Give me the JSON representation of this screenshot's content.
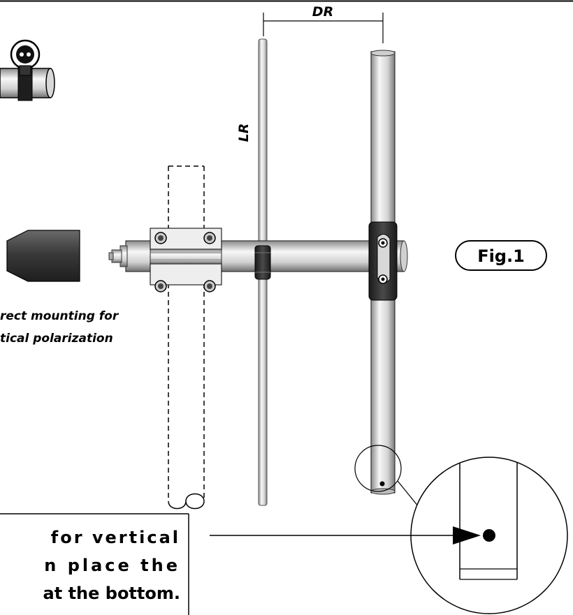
{
  "labels": {
    "dr": "DR",
    "lr": "LR",
    "figure": "Fig.1"
  },
  "caption": {
    "line1": "rect mounting for",
    "line2": "tical polarization"
  },
  "note": {
    "line1": "for vertical",
    "line2": "n place the",
    "line3": "at the bottom."
  },
  "colors": {
    "line": "#000000",
    "tube_light": "#f4f4f4",
    "tube_shade": "#9a9a9a",
    "clamp_dark": "#2c2c2c",
    "cap_dark": "#3a3a3a"
  }
}
